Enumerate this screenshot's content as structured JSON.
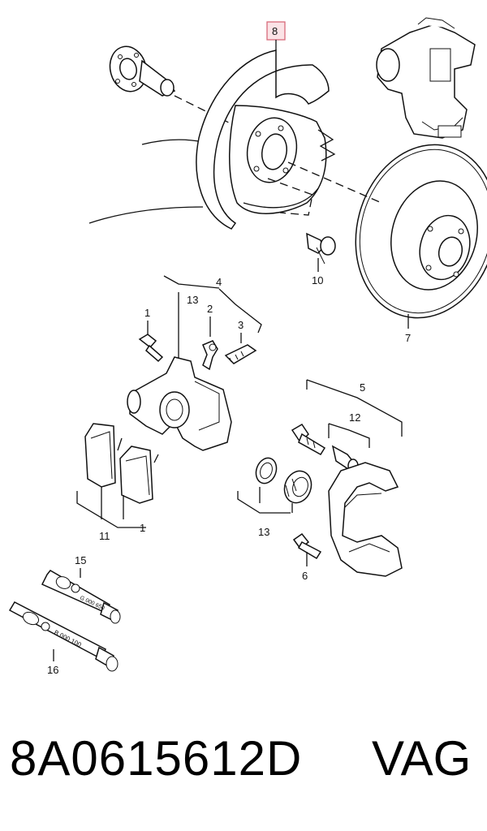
{
  "diagram": {
    "highlighted_callout": "8",
    "callouts": {
      "c1a": "1",
      "c1b": "1",
      "c2": "2",
      "c3": "3",
      "c4": "4",
      "c5": "5",
      "c6": "6",
      "c7": "7",
      "c8": "8",
      "c10": "10",
      "c11": "11",
      "c12": "12",
      "c13a": "13",
      "c13b": "13",
      "c15": "15",
      "c16": "16"
    },
    "tube15_text": "G 000 650",
    "tube16_text": "B  000  100"
  },
  "footer": {
    "part_number": "8A0615612D",
    "brand": "VAG"
  },
  "colors": {
    "highlight": "#d86a7a",
    "highlight_fill": "#fbe3e6",
    "ink": "#111111"
  }
}
